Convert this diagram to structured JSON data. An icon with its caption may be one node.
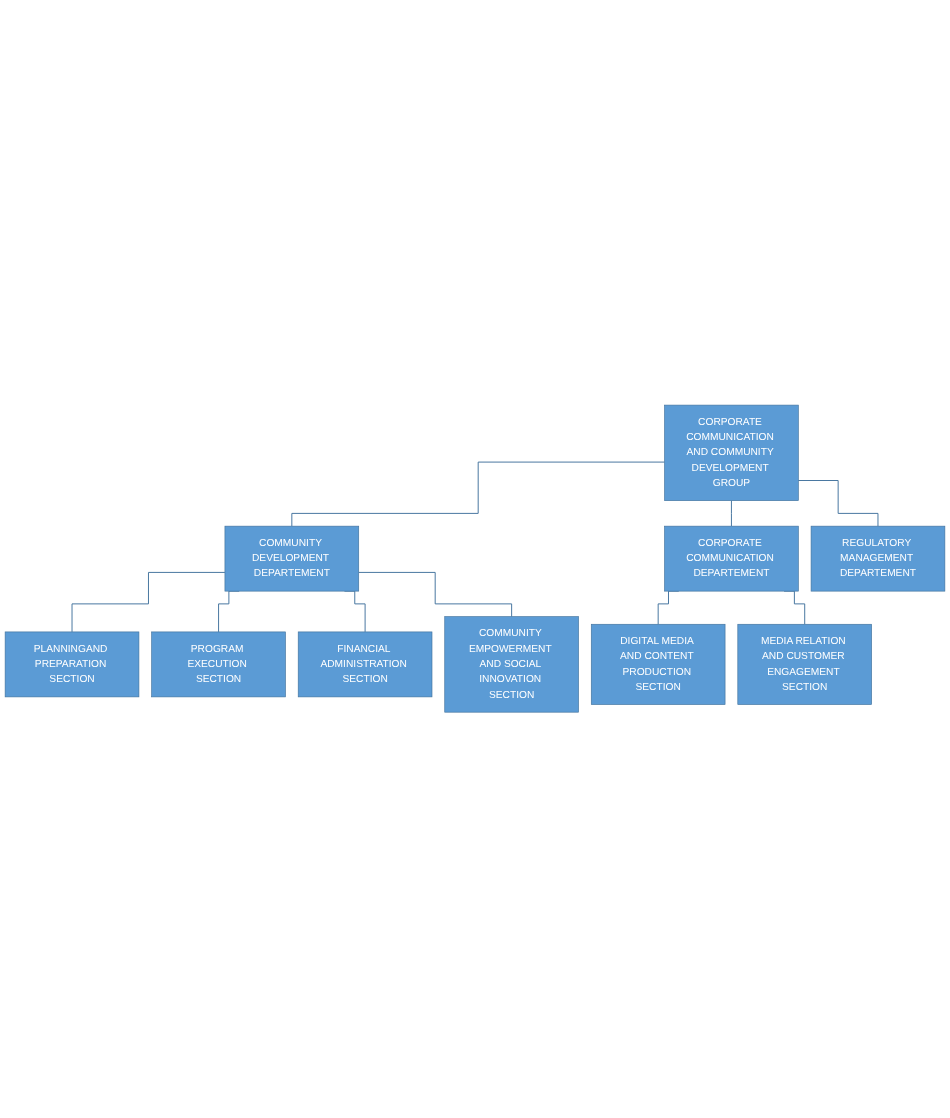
{
  "diagram": {
    "nodes": [
      {
        "text": [
          "CORPORATE COMMUNICATION AND COMMUNITY DEVELOPMENT GROUP"
        ]
      },
      {
        "text": [
          "COMMUNITY DEVELOPMENT DEPARTEMENT"
        ]
      },
      {
        "text": [
          "CORPORATE COMMUNICATION DEPARTEMENT"
        ]
      },
      {
        "text": [
          "REGULATORY MANAGEMENT DEPARTEMENT"
        ]
      },
      {
        "text": [
          "PLANNINGAND PREPARATION SECTION"
        ]
      },
      {
        "text": [
          "PROGRAM EXECUTION SECTION"
        ]
      },
      {
        "text": [
          "FINANCIAL ADMINISTRATION SECTION"
        ]
      },
      {
        "text": [
          "COMMUNITY EMPOWERMENT AND SOCIAL INNOVATION SECTION"
        ]
      },
      {
        "text": [
          "DIGITAL MEDIA AND CONTENT PRODUCTION SECTION"
        ]
      },
      {
        "text": [
          "MEDIA RELATION AND CUSTOMER ENGAGEMENT SECTION"
        ]
      }
    ],
    "edges": [
      {
        "from": 0,
        "to": 1,
        "arrow": "none"
      },
      {
        "from": 0,
        "to": 2,
        "arrow": "none"
      },
      {
        "from": 0,
        "to": 3,
        "arrow": "none"
      },
      {
        "from": 1,
        "to": 4,
        "arrow": "none"
      },
      {
        "from": 1,
        "to": 5,
        "arrow": "none"
      },
      {
        "from": 1,
        "to": 6,
        "arrow": "none"
      },
      {
        "from": 1,
        "to": 7,
        "arrow": "none"
      },
      {
        "from": 2,
        "to": 8,
        "arrow": "none"
      },
      {
        "from": 2,
        "to": 9,
        "arrow": "none"
      }
    ]
  }
}
